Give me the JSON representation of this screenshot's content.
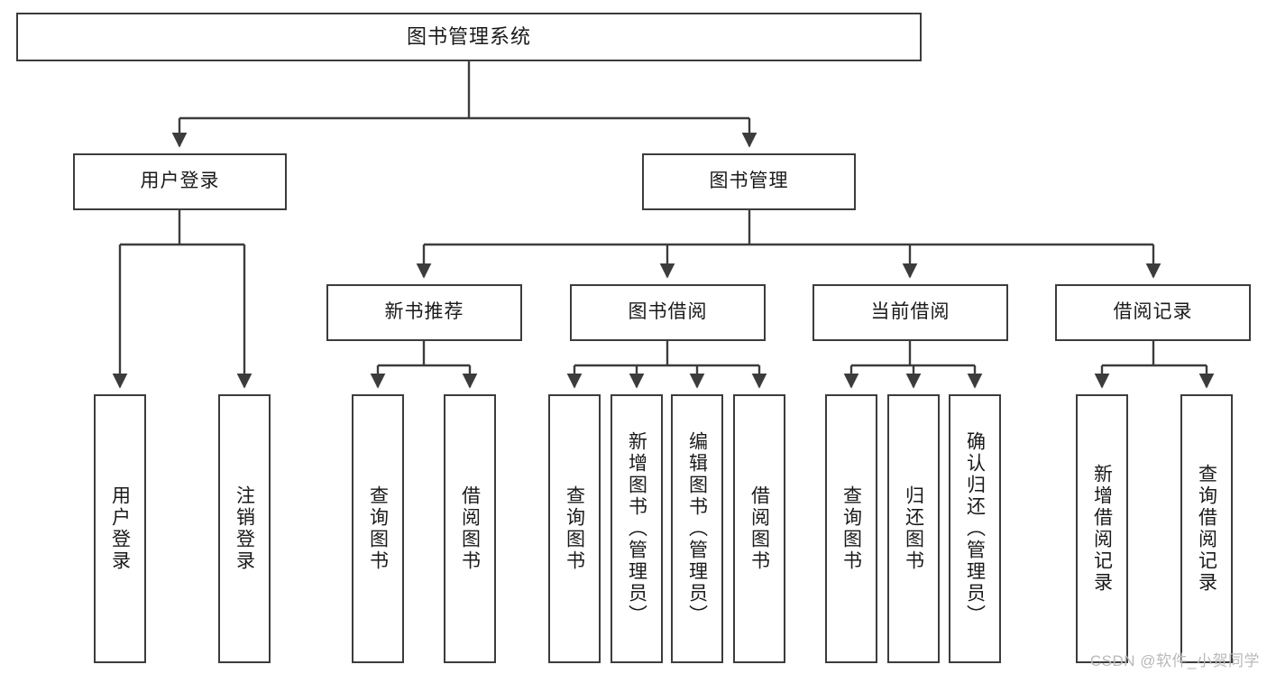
{
  "diagram": {
    "title": "图书管理系统",
    "type": "tree-hierarchy",
    "colors": {
      "box_border": "#3c3c3c",
      "box_fill": "#ffffff",
      "connector": "#3c3c3c",
      "text": "#1a1a1a",
      "watermark": "#b9b9b9"
    },
    "watermark": "CSDN @软件_小贺同学",
    "levels": {
      "root": "图书管理系统",
      "level2": [
        "用户登录",
        "图书管理"
      ],
      "level3": [
        "新书推荐",
        "图书借阅",
        "当前借阅",
        "借阅记录"
      ]
    },
    "nodes": {
      "root": {
        "label": "图书管理系统"
      },
      "user_login": {
        "label": "用户登录"
      },
      "book_manage": {
        "label": "图书管理"
      },
      "new_book_rec": {
        "label": "新书推荐"
      },
      "book_borrow": {
        "label": "图书借阅"
      },
      "current_borrow": {
        "label": "当前借阅"
      },
      "borrow_record": {
        "label": "借阅记录"
      },
      "leaf_user_login": {
        "label": "用户登录"
      },
      "leaf_logout": {
        "label": "注销登录"
      },
      "leaf_query_book_1": {
        "label": "查询图书"
      },
      "leaf_borrow_book_1": {
        "label": "借阅图书"
      },
      "leaf_query_book_2": {
        "label": "查询图书"
      },
      "leaf_add_book": {
        "label": "新增图书（管理员）"
      },
      "leaf_edit_book": {
        "label": "编辑图书（管理员）"
      },
      "leaf_borrow_book_2": {
        "label": "借阅图书"
      },
      "leaf_query_book_3": {
        "label": "查询图书"
      },
      "leaf_return_book": {
        "label": "归还图书"
      },
      "leaf_confirm_return": {
        "label": "确认归还（管理员）"
      },
      "leaf_add_record": {
        "label": "新增借阅记录"
      },
      "leaf_query_record": {
        "label": "查询借阅记录"
      }
    },
    "edges": [
      {
        "from": "root",
        "to": "user_login"
      },
      {
        "from": "root",
        "to": "book_manage"
      },
      {
        "from": "user_login",
        "to": "leaf_user_login"
      },
      {
        "from": "user_login",
        "to": "leaf_logout"
      },
      {
        "from": "book_manage",
        "to": "new_book_rec"
      },
      {
        "from": "book_manage",
        "to": "book_borrow"
      },
      {
        "from": "book_manage",
        "to": "current_borrow"
      },
      {
        "from": "book_manage",
        "to": "borrow_record"
      },
      {
        "from": "new_book_rec",
        "to": "leaf_query_book_1"
      },
      {
        "from": "new_book_rec",
        "to": "leaf_borrow_book_1"
      },
      {
        "from": "book_borrow",
        "to": "leaf_query_book_2"
      },
      {
        "from": "book_borrow",
        "to": "leaf_add_book"
      },
      {
        "from": "book_borrow",
        "to": "leaf_edit_book"
      },
      {
        "from": "book_borrow",
        "to": "leaf_borrow_book_2"
      },
      {
        "from": "current_borrow",
        "to": "leaf_query_book_3"
      },
      {
        "from": "current_borrow",
        "to": "leaf_return_book"
      },
      {
        "from": "current_borrow",
        "to": "leaf_confirm_return"
      },
      {
        "from": "borrow_record",
        "to": "leaf_add_record"
      },
      {
        "from": "borrow_record",
        "to": "leaf_query_record"
      }
    ]
  }
}
